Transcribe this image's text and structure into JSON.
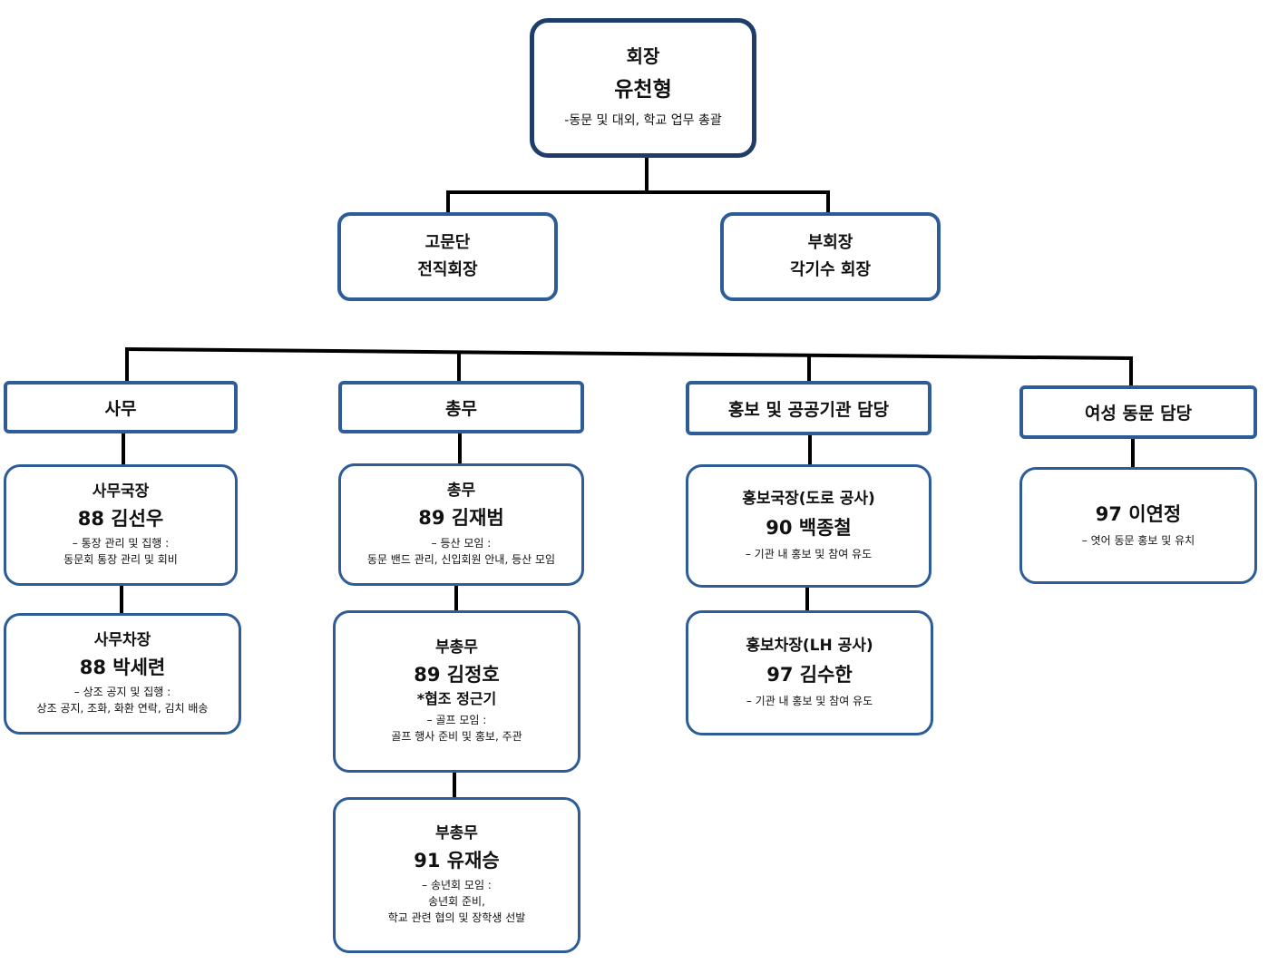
{
  "president": {
    "title": "회장",
    "name": "유천형",
    "desc": "-동문 및 대외, 학교 업무 총괄"
  },
  "advisors": {
    "title": "고문단",
    "sub": "전직회장"
  },
  "vice": {
    "title": "부회장",
    "sub": "각기수 회장"
  },
  "departments": [
    {
      "title": "사무",
      "members": [
        {
          "role": "사무국장",
          "name": "88 김선우",
          "lines": [
            "–  통장 관리 및 집행 :",
            "동문회 통장 관리 및 회비"
          ]
        },
        {
          "role": "사무차장",
          "name": "88 박세련",
          "lines": [
            "–  상조 공지 및 집행 :",
            "상조 공지, 조화, 화환 연락, 김치 배송"
          ]
        }
      ]
    },
    {
      "title": "총무",
      "members": [
        {
          "role": "총무",
          "name": "89 김재범",
          "lines": [
            "–  등산 모임 :",
            "동문 밴드 관리, 신입회원 안내, 등산 모임"
          ]
        },
        {
          "role": "부총무",
          "name": "89 김정호",
          "note": "*협조 정근기",
          "lines": [
            "–  골프 모임 :",
            "골프 행사 준비 및 홍보, 주관"
          ]
        },
        {
          "role": "부총무",
          "name": "91 유재승",
          "lines": [
            "–  송년회 모임 :",
            "송년회 준비,",
            "학교 관련 협의 및 장학생 선발"
          ]
        }
      ]
    },
    {
      "title": "홍보 및 공공기관 담당",
      "members": [
        {
          "role": "홍보국장(도로 공사)",
          "name": "90 백종철",
          "lines": [
            "–  기관 내 홍보 및 참여 유도"
          ]
        },
        {
          "role": "홍보차장(LH 공사)",
          "name": "97 김수한",
          "lines": [
            "–  기관 내 홍보 및 참여 유도"
          ]
        }
      ]
    },
    {
      "title": "여성 동문 담당",
      "members": [
        {
          "role": "",
          "name": "97 이연정",
          "lines": [
            "–  엿어 동문 홍보 및 유치"
          ]
        }
      ]
    }
  ]
}
